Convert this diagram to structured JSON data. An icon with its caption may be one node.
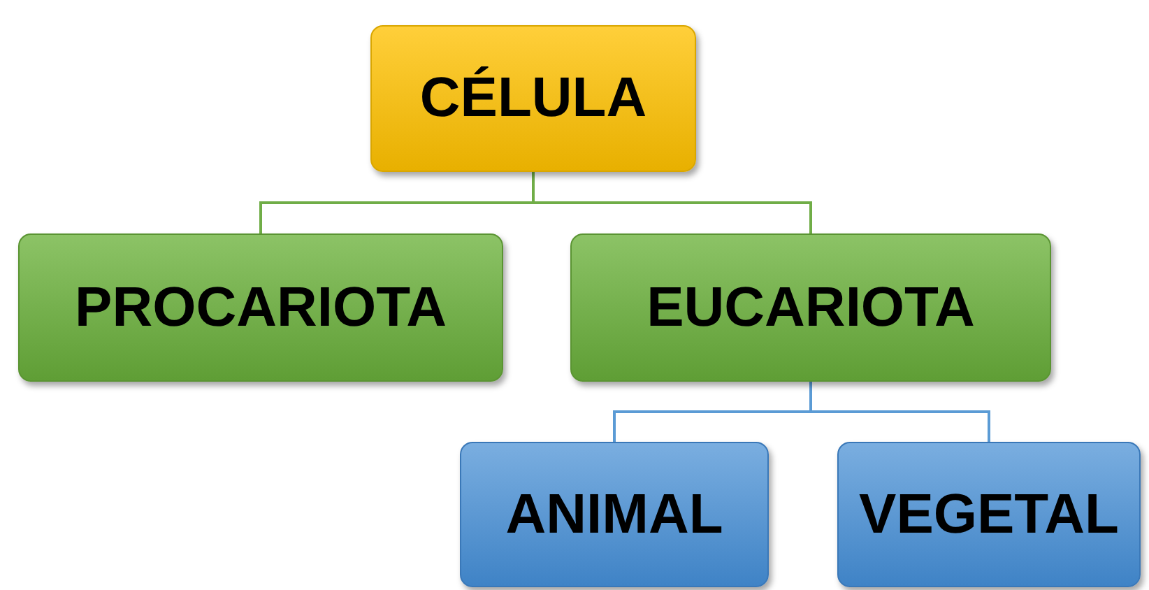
{
  "diagram": {
    "nodes": [
      {
        "text": [
          "CÉLULA"
        ]
      },
      {
        "text": [
          "PROCARIOTA"
        ]
      },
      {
        "text": [
          "EUCARIOTA"
        ]
      },
      {
        "text": [
          "ANIMAL"
        ]
      },
      {
        "text": [
          "VEGETAL"
        ]
      }
    ],
    "edges": [
      {
        "from": 0,
        "to": 1,
        "arrow": "none",
        "color": "#70ad47"
      },
      {
        "from": 0,
        "to": 2,
        "arrow": "none",
        "color": "#70ad47"
      },
      {
        "from": 2,
        "to": 3,
        "arrow": "none",
        "color": "#5b9bd5"
      },
      {
        "from": 2,
        "to": 4,
        "arrow": "none",
        "color": "#5b9bd5"
      }
    ]
  }
}
